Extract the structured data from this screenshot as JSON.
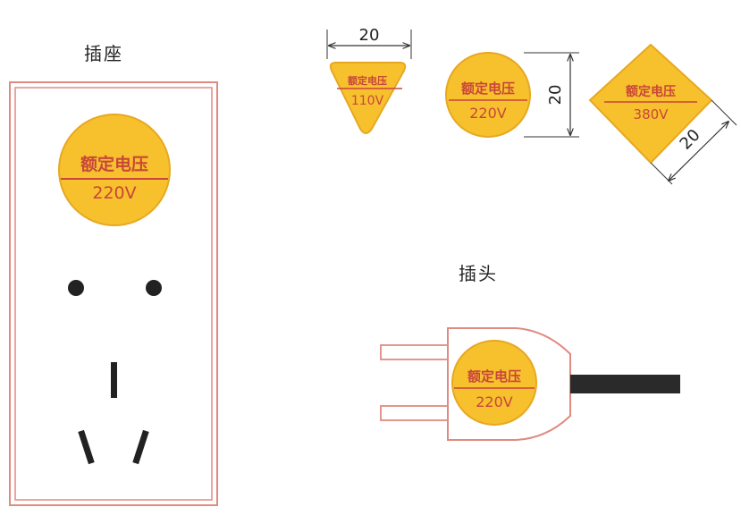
{
  "socket": {
    "title": "插座",
    "label_text": "额定电压",
    "voltage": "220V"
  },
  "plug": {
    "title": "插头",
    "label_text": "额定电压",
    "voltage": "220V"
  },
  "label_shapes": {
    "triangle": {
      "text": "额定电压",
      "voltage": "110V"
    },
    "circle": {
      "text": "额定电压",
      "voltage": "220V"
    },
    "diamond": {
      "text": "额定电压",
      "voltage": "380V"
    }
  },
  "dimensions": {
    "triangle_width": "20",
    "circle_height": "20",
    "diamond_side": "20"
  },
  "colors": {
    "label_fill": "#f7c12e",
    "label_stroke": "#e0a020",
    "label_text": "#c8463a",
    "outline_red": "#e08a80",
    "cord": "#2a2a2a",
    "contact_black": "#222222"
  }
}
